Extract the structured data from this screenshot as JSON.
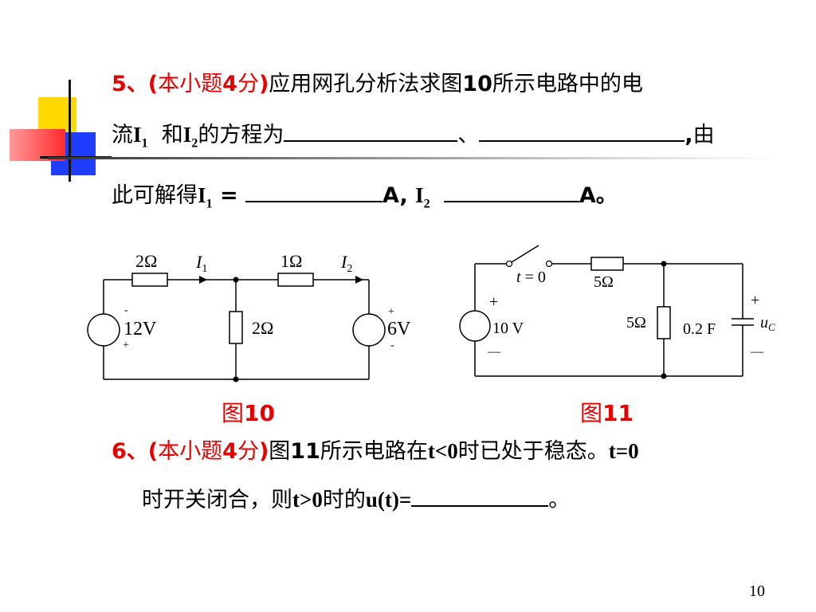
{
  "q5": {
    "number": "5、",
    "score_open": "(",
    "score_text": "本小题",
    "score_num": "4",
    "score_unit": "分",
    "score_close": ")",
    "line1_text": "应用网孔分析法求图",
    "line1_fig": "10",
    "line1_tail": "所示电路中的电",
    "line2_a": "流",
    "line2_i1": "I",
    "line2_i1_sub": "1",
    "line2_b": "和",
    "line2_i2": "I",
    "line2_i2_sub": "2",
    "line2_c": "的方程为",
    "line2_sep": "、",
    "line2_comma": ",",
    "line2_d": "由",
    "line3_a": "此可解得",
    "line3_i1": "I",
    "line3_i1_sub": "1",
    "line3_eq": " = ",
    "line3_unit1": "A, ",
    "line3_i2": "I",
    "line3_i2_sub": "2",
    "line3_unit2": "A。"
  },
  "fig10": {
    "r_left": "2Ω",
    "r_right": "1Ω",
    "r_mid": "2Ω",
    "i1_label": "I",
    "i1_sub": "1",
    "i2_label": "I",
    "i2_sub": "2",
    "src_left_value": "12V",
    "src_left_top": "-",
    "src_left_bottom": "+",
    "src_right_value": "6V",
    "src_right_top": "+",
    "src_right_bottom": "-",
    "caption_prefix": "图",
    "caption_num": "10"
  },
  "fig11": {
    "switch_t": "t",
    "switch_eq": " = 0",
    "r_top": "5Ω",
    "r_mid": "5Ω",
    "cap": "0.2 F",
    "src_value": "10 V",
    "src_plus": "+",
    "src_minus": "—",
    "uc_label": "u",
    "uc_sub": "C",
    "uc_plus": "+",
    "uc_minus": "—",
    "caption_prefix": "图",
    "caption_num": "11"
  },
  "q6": {
    "number": "6、",
    "score_open": "(",
    "score_text": "本小题",
    "score_num": "4",
    "score_unit": "分",
    "score_close": ")",
    "line1_text": "图",
    "line1_fig": "11",
    "line1_b": "所示电路在",
    "line1_cond": "t<0",
    "line1_c": "时已处于稳态。",
    "line1_t0": "t=0",
    "line2_a": "时开关闭合，则",
    "line2_cond": "t>0",
    "line2_b": "时的",
    "line2_u": "u(t)=",
    "line2_end": "。"
  },
  "page_number": "10"
}
